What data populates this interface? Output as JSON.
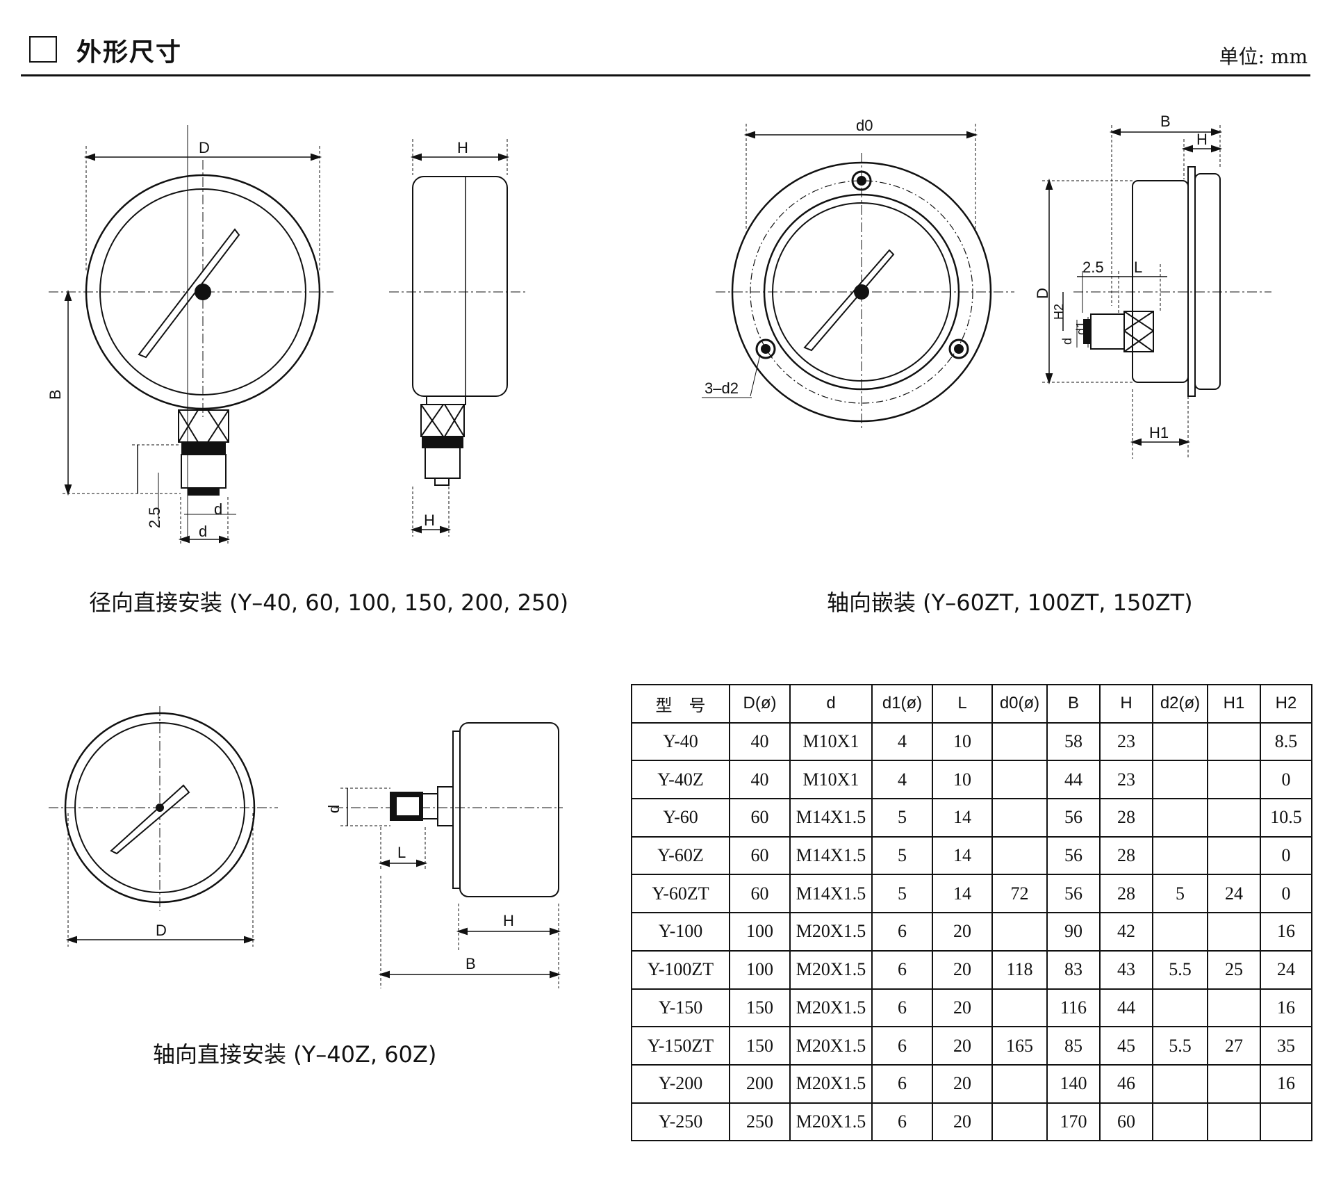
{
  "header": {
    "title": "外形尺寸",
    "unit": "单位: mm"
  },
  "drawings": {
    "radial": {
      "caption": "径向直接安装 (Y–40, 60, 100, 150, 200, 250)",
      "labels": {
        "D": "D",
        "H_top": "H",
        "B": "B",
        "d_top": "d",
        "d_bottom": "d",
        "offset": "2.5",
        "H_bottom": "H"
      }
    },
    "axial_flush": {
      "caption": "轴向嵌装 (Y–60ZT, 100ZT, 150ZT)",
      "labels": {
        "d0": "d0",
        "B": "B",
        "H": "H",
        "D": "D",
        "offset": "2.5",
        "L": "L",
        "H2": "H2",
        "d1": "d1",
        "d": "d",
        "H1": "H1",
        "holes": "3–d2"
      }
    },
    "axial_direct": {
      "caption": "轴向直接安装 (Y–40Z, 60Z)",
      "labels": {
        "d": "d",
        "L": "L",
        "D": "D",
        "H": "H",
        "B": "B"
      }
    }
  },
  "table": {
    "headers": [
      "型　号",
      "D(ø)",
      "d",
      "d1(ø)",
      "L",
      "d0(ø)",
      "B",
      "H",
      "d2(ø)",
      "H1",
      "H2"
    ],
    "rows": [
      [
        "Y-40",
        "40",
        "M10X1",
        "4",
        "10",
        "",
        "58",
        "23",
        "",
        "",
        "8.5"
      ],
      [
        "Y-40Z",
        "40",
        "M10X1",
        "4",
        "10",
        "",
        "44",
        "23",
        "",
        "",
        "0"
      ],
      [
        "Y-60",
        "60",
        "M14X1.5",
        "5",
        "14",
        "",
        "56",
        "28",
        "",
        "",
        "10.5"
      ],
      [
        "Y-60Z",
        "60",
        "M14X1.5",
        "5",
        "14",
        "",
        "56",
        "28",
        "",
        "",
        "0"
      ],
      [
        "Y-60ZT",
        "60",
        "M14X1.5",
        "5",
        "14",
        "72",
        "56",
        "28",
        "5",
        "24",
        "0"
      ],
      [
        "Y-100",
        "100",
        "M20X1.5",
        "6",
        "20",
        "",
        "90",
        "42",
        "",
        "",
        "16"
      ],
      [
        "Y-100ZT",
        "100",
        "M20X1.5",
        "6",
        "20",
        "118",
        "83",
        "43",
        "5.5",
        "25",
        "24"
      ],
      [
        "Y-150",
        "150",
        "M20X1.5",
        "6",
        "20",
        "",
        "116",
        "44",
        "",
        "",
        "16"
      ],
      [
        "Y-150ZT",
        "150",
        "M20X1.5",
        "6",
        "20",
        "165",
        "85",
        "45",
        "5.5",
        "27",
        "35"
      ],
      [
        "Y-200",
        "200",
        "M20X1.5",
        "6",
        "20",
        "",
        "140",
        "46",
        "",
        "",
        "16"
      ],
      [
        "Y-250",
        "250",
        "M20X1.5",
        "6",
        "20",
        "",
        "170",
        "60",
        "",
        "",
        ""
      ]
    ]
  }
}
